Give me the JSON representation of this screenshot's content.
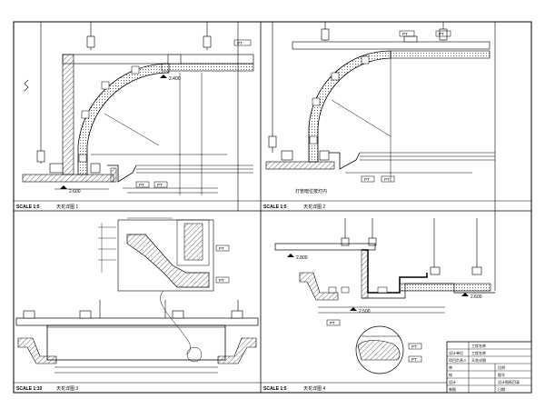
{
  "colors": {
    "line": "#000000",
    "hatch": "#555555",
    "paper": "#ffffff"
  },
  "panels": [
    {
      "id": "1",
      "scale": "SCALE 1:5",
      "title": "天花详图 1",
      "elevations": [
        "2.400",
        "2.600"
      ],
      "tags": [
        "PT",
        "PT",
        "PT"
      ]
    },
    {
      "id": "2",
      "scale": "SCALE 1:5",
      "title": "天花详图 2",
      "elevations": [],
      "note": "灯管暗位按灯内",
      "tags": [
        "PT",
        "PT",
        "PT",
        "PT"
      ]
    },
    {
      "id": "3",
      "scale": "SCALE 1:10",
      "title": "天花详图 3",
      "elevations": [],
      "tags": [
        "PT",
        "PT"
      ]
    },
    {
      "id": "4",
      "scale": "SCALE 1:5",
      "title": "天花详图 4",
      "elevations": [
        "2.800",
        "2.500",
        "2.600"
      ],
      "tags": [
        "PT",
        "PT",
        "PT"
      ]
    }
  ],
  "title_block": {
    "rows": [
      {
        "label": "",
        "value": "工程名称"
      },
      {
        "label": "设计单位",
        "value": "工程名称"
      },
      {
        "label": "项目负责人",
        "value": "天花详图"
      },
      {
        "label": "审",
        "value": "比例"
      },
      {
        "label": "校",
        "value": "图号"
      },
      {
        "label": "设计",
        "value": "设计图纸目录"
      },
      {
        "label": "制图",
        "value": "日期"
      }
    ]
  }
}
